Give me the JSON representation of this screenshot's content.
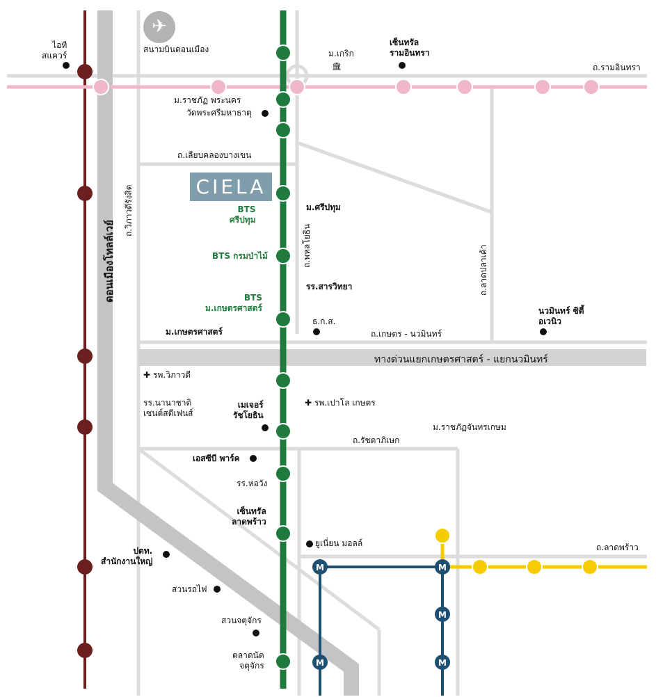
{
  "project": {
    "logo_text": "CIELA"
  },
  "icons": {
    "airport": "airplane-icon",
    "university": "university-icon",
    "hospital": "hospital-cross-icon",
    "poi": "point-dot-icon",
    "bts": "bts-station-icon",
    "mrt": "mrt-station-icon"
  },
  "colors": {
    "bts_green": "#1f7a3e",
    "pink_line": "#f0b6cc",
    "red_line": "#6b1f1f",
    "yellow_line": "#f5cc00",
    "blue_line": "#1d4f73",
    "expressway": "#c8c8c8",
    "road": "#dcdcdc",
    "logo_bg": "#7f9daa"
  },
  "labels": {
    "it_square": "ไอที\nสแควร์",
    "don_mueang_airport": "สนามบินดอนเมือง",
    "kasem_u": "ม.เกริก",
    "central_ramindra": "เซ็นทรัล\nรามอินทรา",
    "ramindra_rd": "ถ.รามอินทรา",
    "rajabhat_phranakhon": "ม.ราชภัฏ พระนคร",
    "wat_phra_sri": "วัดพระศรีมหาธาตุ",
    "liap_khlong_bang_khen": "ถ.เลียบคลองบางเขน",
    "vibhavadi_rd": "ถ.วิภาวดีรังสิต",
    "don_mueang_tollway": "ดอนเมืองโทลล์เวย์",
    "bts_sripatum": "BTS\nศรีปทุม",
    "sripatum_u": "ม.ศรีปทุม",
    "phaholyothin_rd": "ถ.พหลโยธิน",
    "lat_pla_khao_rd": "ถ.ลาดปลาเค้า",
    "bts_royal_forest": "BTS กรมป่าไม้",
    "sarawittaya": "รร.สารวิทยา",
    "bts_kasetsart": "BTS\nม.เกษตรศาสตร์",
    "nawamin_city": "นวมินทร์ ซิตี้\nอเวนิว",
    "kasetsart_u": "ม.เกษตรศาสตร์",
    "baac": "ธ.ก.ส.",
    "kaset_nawamin_rd": "ถ.เกษตร - นวมินทร์",
    "expressway": "ทางด่วนแยกเกษตรศาสตร์ - แยกนวมินทร์",
    "vibharam_hospital": "รพ.วิภาวดี",
    "paolo_kaset": "รพ.เปาโล เกษตร",
    "intl_school": "รร.นานาชาติ\nเซนต์สตีเฟนส์",
    "major_ratchayothin": "เมเจอร์\nรัชโยธิน",
    "chandrakasem_u": "ม.ราชภัฏจันทรเกษม",
    "ratchadaphisek_rd": "ถ.รัชดาภิเษก",
    "scb_park": "เอสซีบี พาร์ค",
    "horwang_school": "รร.หอวัง",
    "central_ladprao": "เซ็นทรัล\nลาดพร้าว",
    "union_mall": "ยูเนี่ยน มอลล์",
    "ladprao_rd": "ถ.ลาดพร้าว",
    "ptt_hq": "ปตท.\nสำนักงานใหญ่",
    "suan_rot_fai": "สวนรถไฟ",
    "suan_chatuchak": "สวนจตุจักร",
    "chatuchak_market": "ตลาดนัด\nจตุจักร"
  }
}
